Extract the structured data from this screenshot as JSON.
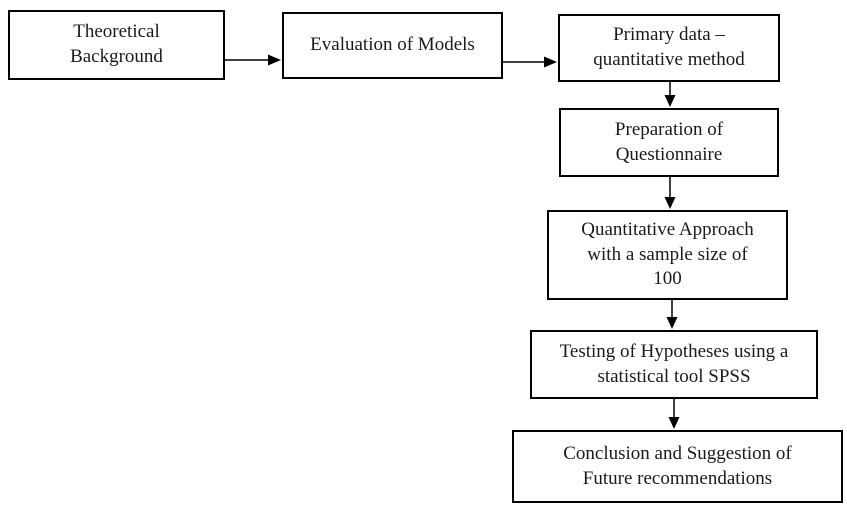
{
  "diagram": {
    "type": "flowchart",
    "background": "#ffffff",
    "box_border_color": "#000000",
    "text_color": "#1a1a1a",
    "nodes": [
      {
        "id": "theoretical-background",
        "label": "Theoretical\nBackground"
      },
      {
        "id": "evaluation-of-models",
        "label": "Evaluation of Models"
      },
      {
        "id": "primary-data-quantitative-method",
        "label": "Primary data –\nquantitative method"
      },
      {
        "id": "preparation-of-questionnaire",
        "label": "Preparation of\nQuestionnaire"
      },
      {
        "id": "quantitative-approach-sample-100",
        "label": "Quantitative Approach\nwith a sample size of\n100"
      },
      {
        "id": "testing-hypotheses-spss",
        "label": "Testing of Hypotheses using a\nstatistical tool SPSS"
      },
      {
        "id": "conclusion-future-recommendations",
        "label": "Conclusion and Suggestion of\nFuture recommendations"
      }
    ],
    "edges": [
      {
        "from": "theoretical-background",
        "to": "evaluation-of-models",
        "direction": "right"
      },
      {
        "from": "evaluation-of-models",
        "to": "primary-data-quantitative-method",
        "direction": "right"
      },
      {
        "from": "primary-data-quantitative-method",
        "to": "preparation-of-questionnaire",
        "direction": "down"
      },
      {
        "from": "preparation-of-questionnaire",
        "to": "quantitative-approach-sample-100",
        "direction": "down"
      },
      {
        "from": "quantitative-approach-sample-100",
        "to": "testing-hypotheses-spss",
        "direction": "down"
      },
      {
        "from": "testing-hypotheses-spss",
        "to": "conclusion-future-recommendations",
        "direction": "down"
      }
    ]
  }
}
